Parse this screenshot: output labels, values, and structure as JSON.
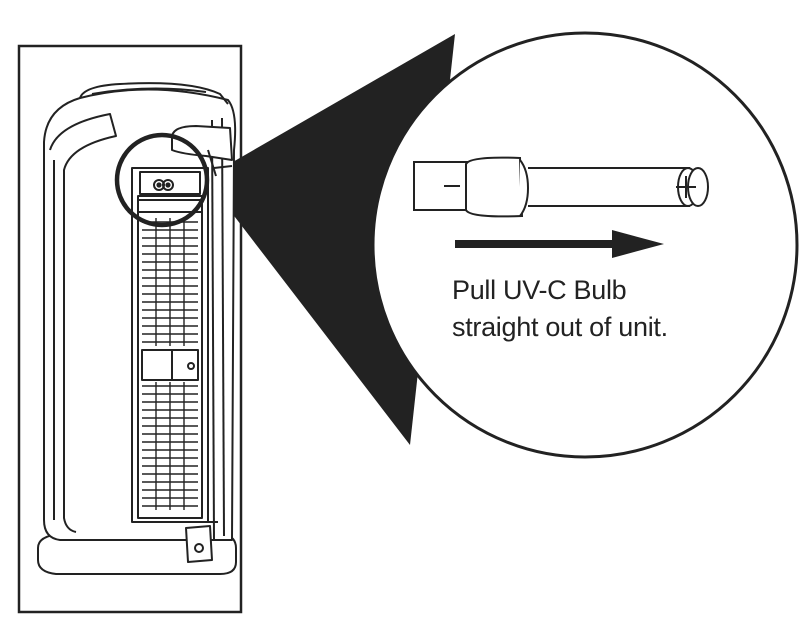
{
  "instruction": {
    "line1": "Pull UV-C Bulb",
    "line2": "straight out of unit."
  },
  "colors": {
    "ink": "#222222",
    "background": "#ffffff"
  },
  "icons": [
    "air-purifier-illustration",
    "uv-c-bulb-icon",
    "pull-direction-arrow-icon",
    "magnifier-callout"
  ]
}
